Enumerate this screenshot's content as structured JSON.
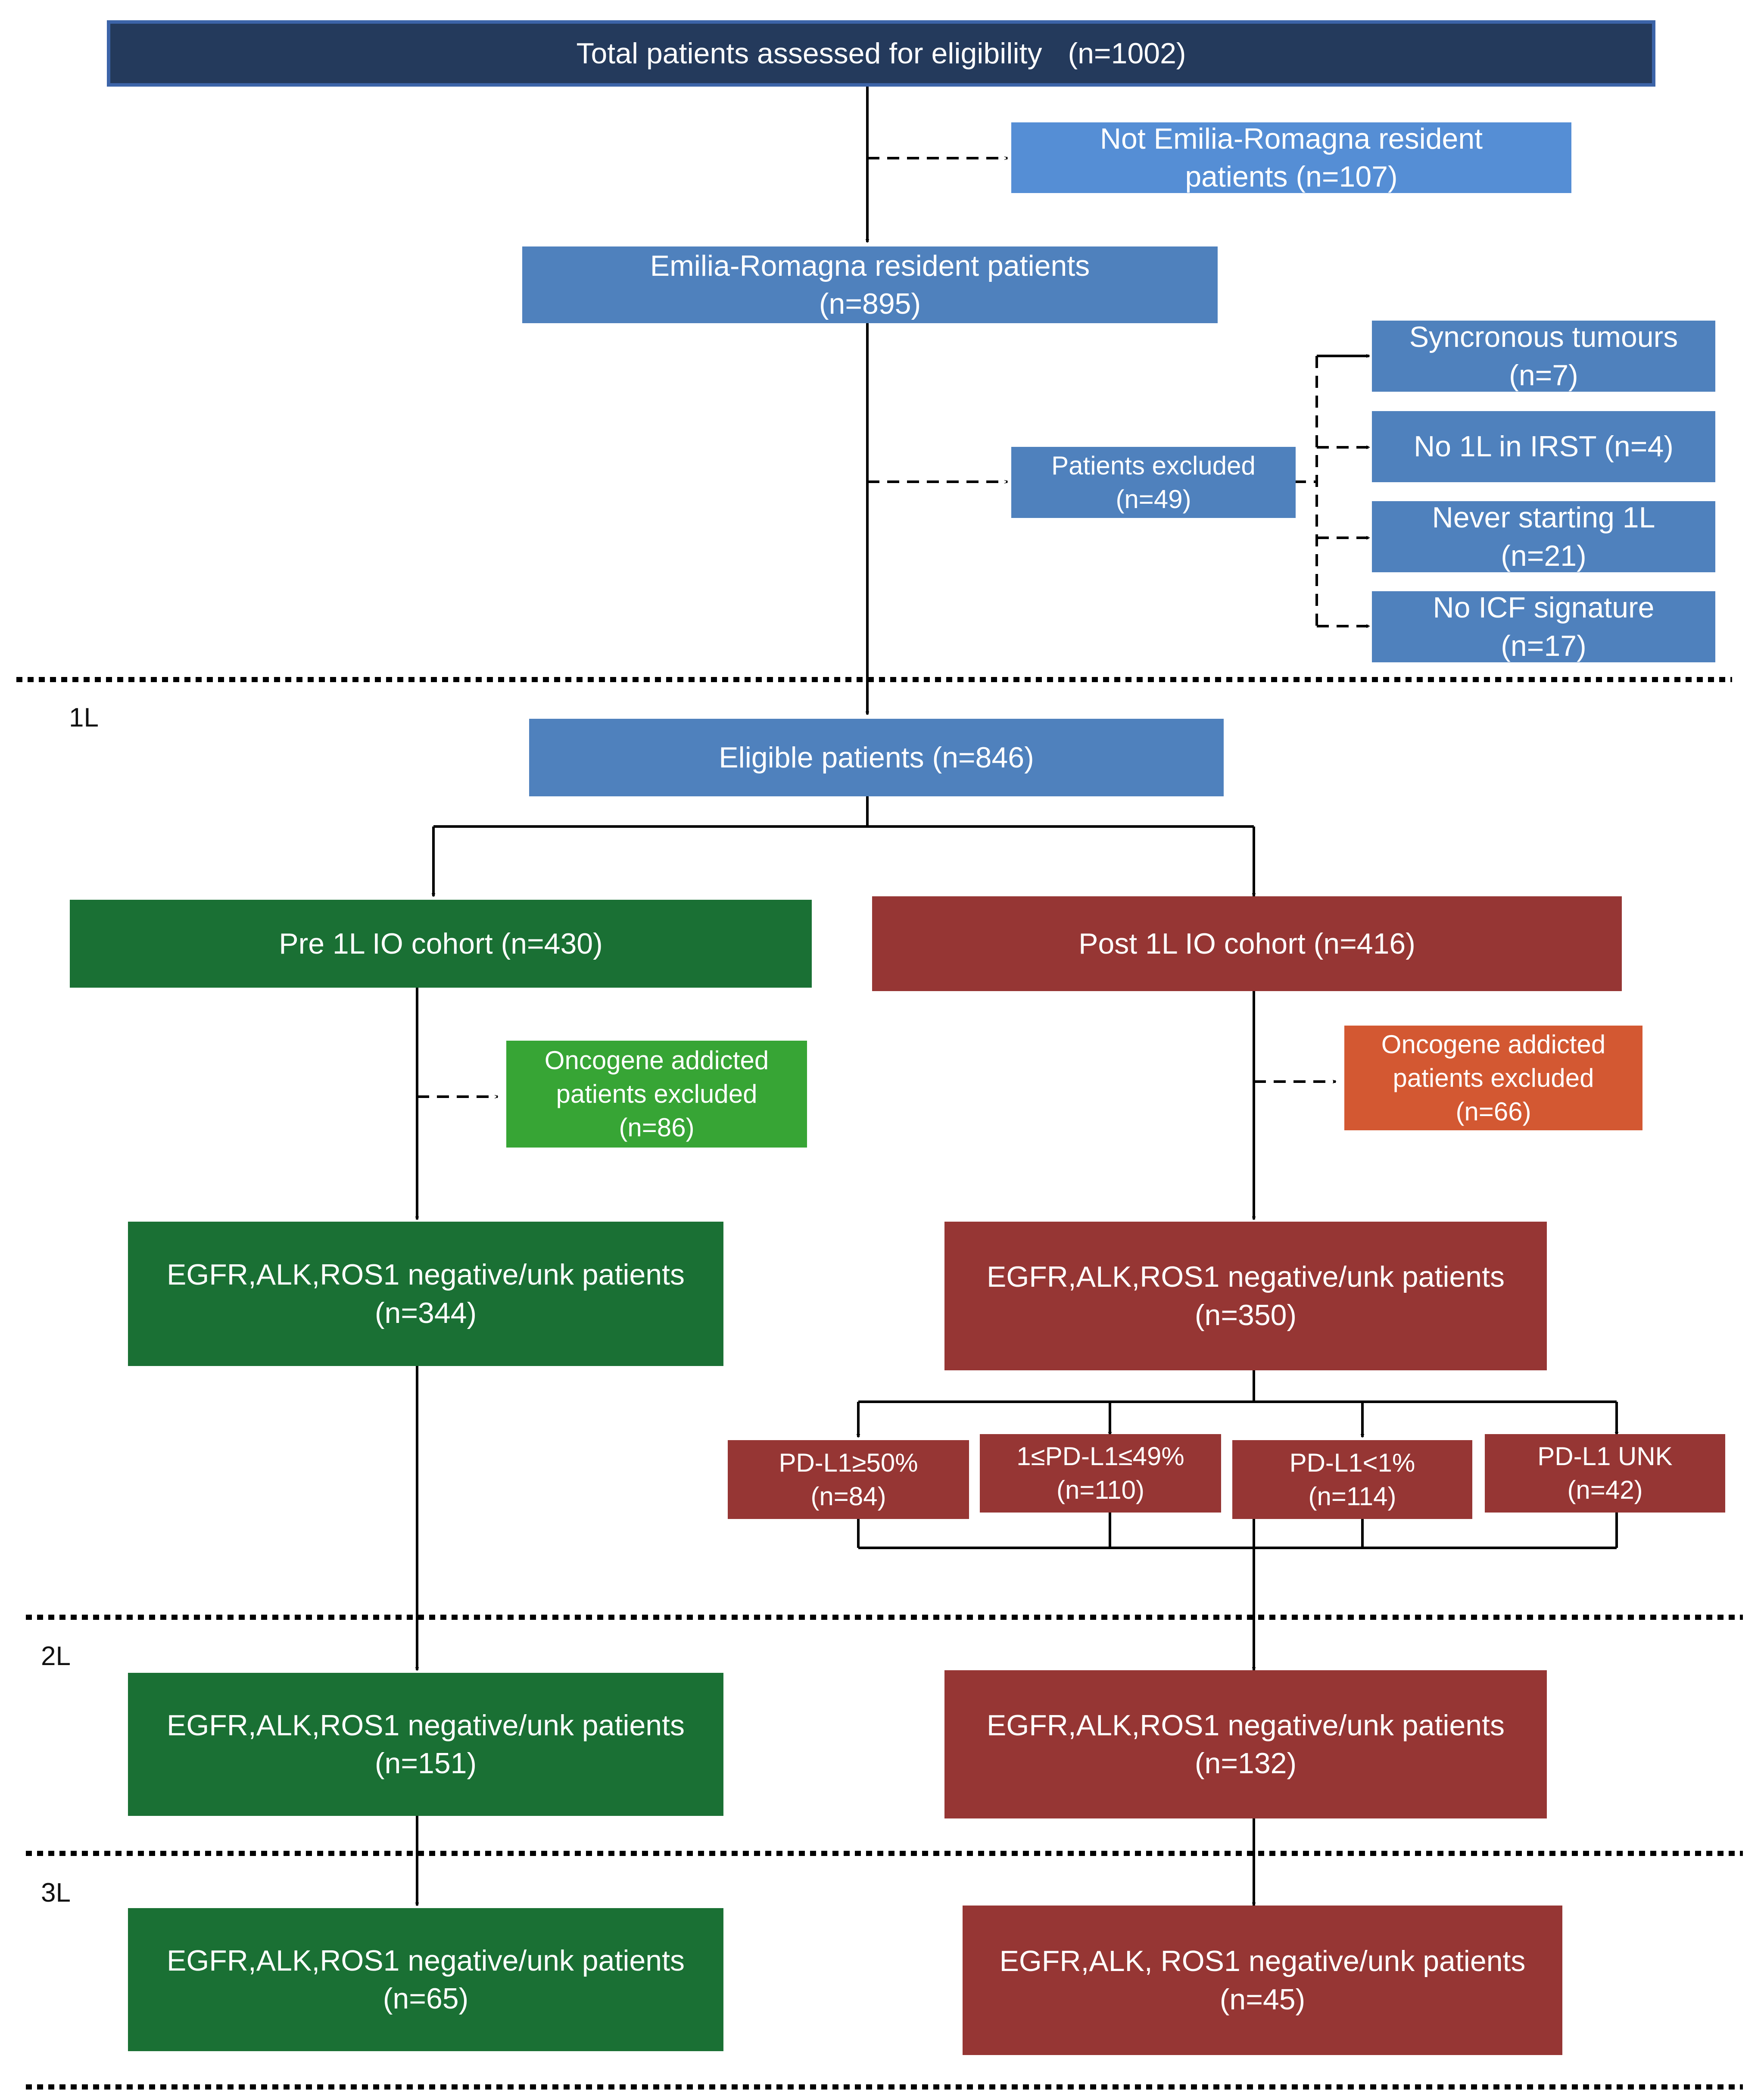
{
  "top": {
    "label": "Total patients assessed for eligibility",
    "n": "(n=1002)"
  },
  "not_er": {
    "line1": "Not Emilia-Romagna resident",
    "line2": "patients  (n=107)"
  },
  "er": {
    "line1": "Emilia-Romagna resident  patients",
    "line2": "(n=895)"
  },
  "excluded": {
    "line1": "Patients excluded",
    "line2": "(n=49)"
  },
  "exclusion_reasons": [
    {
      "line1": "Syncronous tumours",
      "line2": "(n=7)"
    },
    {
      "line1": "No 1L in IRST (n=4)",
      "line2": ""
    },
    {
      "line1": "Never starting  1L",
      "line2": "(n=21)"
    },
    {
      "line1": "No ICF signature",
      "line2": "(n=17)"
    }
  ],
  "levels": {
    "first": "1L",
    "second": "2L",
    "third": "3L"
  },
  "eligible": {
    "label": "Eligible patients (n=846)"
  },
  "pre_cohort": {
    "label": "Pre 1L IO cohort (n=430)",
    "oncogene": {
      "line1": "Oncogene addicted",
      "line2": "patients excluded",
      "line3": "(n=86)"
    },
    "l1": {
      "line1": "EGFR,ALK,ROS1 negative/unk patients",
      "line2": "(n=344)"
    },
    "l2": {
      "line1": "EGFR,ALK,ROS1 negative/unk patients",
      "line2": "(n=151)"
    },
    "l3": {
      "line1": "EGFR,ALK,ROS1 negative/unk patients",
      "line2": "(n=65)"
    }
  },
  "post_cohort": {
    "label": "Post 1L  IO cohort (n=416)",
    "oncogene": {
      "line1": "Oncogene addicted",
      "line2": "patients excluded",
      "line3": "(n=66)"
    },
    "l1": {
      "line1": "EGFR,ALK,ROS1 negative/unk patients",
      "line2": "(n=350)"
    },
    "pdl1": [
      {
        "line1": "PD-L1≥50%",
        "line2": "(n=84)"
      },
      {
        "line1": "1≤PD-L1≤49%",
        "line2": "(n=110)"
      },
      {
        "line1": "PD-L1<1%",
        "line2": "(n=114)"
      },
      {
        "line1": "PD-L1 UNK",
        "line2": "(n=42)"
      }
    ],
    "l2": {
      "line1": "EGFR,ALK,ROS1 negative/unk patients",
      "line2": "(n=132)"
    },
    "l3": {
      "line1": "EGFR,ALK, ROS1 negative/unk patients",
      "line2": "(n=45)"
    }
  },
  "colors": {
    "navy": "#243a5c",
    "blue": "#4f81bd",
    "light_blue": "#558ed5",
    "green": "#1a7034",
    "light_green": "#37a535",
    "red": "#963634",
    "orange": "#d35832"
  }
}
